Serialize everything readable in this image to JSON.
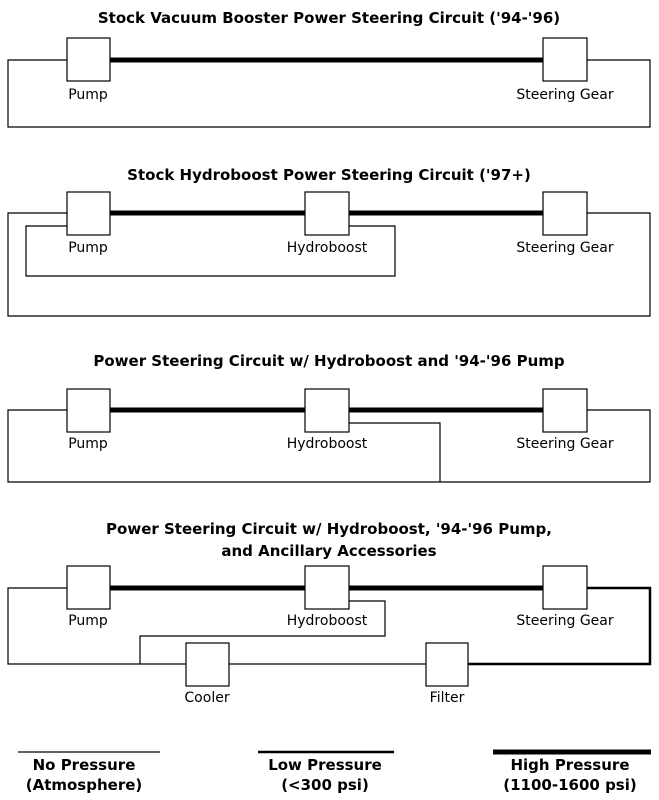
{
  "diagrams": [
    {
      "title": "Stock Vacuum Booster Power Steering Circuit ('94-'96)",
      "components": {
        "pump": "Pump",
        "steering_gear": "Steering Gear"
      }
    },
    {
      "title": "Stock Hydroboost Power Steering Circuit ('97+)",
      "components": {
        "pump": "Pump",
        "hydroboost": "Hydroboost",
        "steering_gear": "Steering Gear"
      }
    },
    {
      "title": "Power Steering Circuit w/ Hydroboost and '94-'96 Pump",
      "components": {
        "pump": "Pump",
        "hydroboost": "Hydroboost",
        "steering_gear": "Steering Gear"
      }
    },
    {
      "title_lines": [
        "Power Steering Circuit w/ Hydroboost, '94-'96 Pump,",
        "and Ancillary Accessories"
      ],
      "components": {
        "pump": "Pump",
        "hydroboost": "Hydroboost",
        "steering_gear": "Steering Gear",
        "cooler": "Cooler",
        "filter": "Filter"
      }
    }
  ],
  "legend": [
    {
      "lines": [
        "No Pressure",
        "(Atmosphere)"
      ],
      "line_style": "thin"
    },
    {
      "lines": [
        "Low Pressure",
        "(<300 psi)"
      ],
      "line_style": "medium"
    },
    {
      "lines": [
        "High Pressure",
        "(1100-1600 psi)"
      ],
      "line_style": "thick"
    }
  ]
}
